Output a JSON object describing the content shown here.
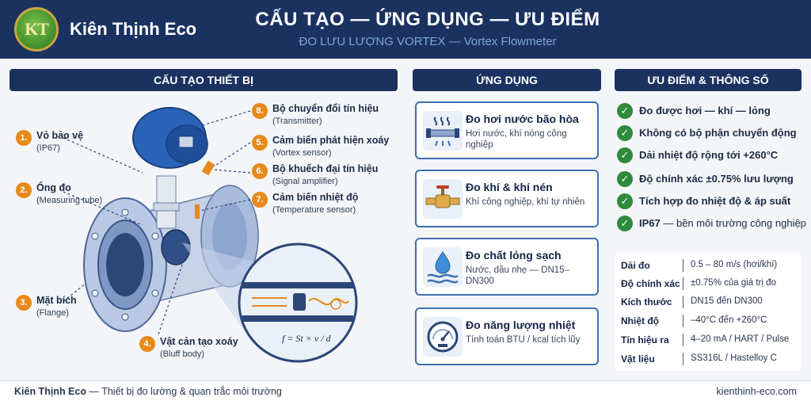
{
  "header": {
    "logo": "KT",
    "brand": "Kiên Thịnh Eco",
    "title": "CẤU TẠO — ỨNG DỤNG — ƯU ĐIỂM",
    "subtitle": "ĐO LƯU LƯỢNG VORTEX — Vortex Flowmeter"
  },
  "sections": {
    "structure": "CẤU TẠO THIẾT BỊ",
    "applications": "ỨNG DỤNG",
    "advantages": "ƯU ĐIỂM & THÔNG SỐ"
  },
  "callouts": [
    {
      "num": "1.",
      "title": "Vỏ bảo vệ",
      "sub": "(IP67)"
    },
    {
      "num": "2.",
      "title": "Ống đo",
      "sub": "(Measuring tube)"
    },
    {
      "num": "3.",
      "title": "Mặt bích",
      "sub": "(Flange)"
    },
    {
      "num": "4.",
      "title": "Vật cản tạo xoáy",
      "sub": "(Bluff body)"
    },
    {
      "num": "5.",
      "title": "Cảm biến phát hiện xoáy",
      "sub": "(Vortex sensor)"
    },
    {
      "num": "6.",
      "title": "Bộ khuếch đại tín hiệu",
      "sub": "(Signal amplifier)"
    },
    {
      "num": "7.",
      "title": "Cảm biến nhiệt độ",
      "sub": "(Temperature sensor)"
    },
    {
      "num": "8.",
      "title": "Bộ chuyển đổi tín hiệu",
      "sub": "(Transmitter)"
    }
  ],
  "formula": "f = St × v / d",
  "applications": [
    {
      "icon": "steam-pipe-icon",
      "title": "Đo hơi nước bão hòa",
      "desc": "Hơi nước, khí nóng công nghiệp"
    },
    {
      "icon": "gas-valve-icon",
      "title": "Đo khí & khí nén",
      "desc": "Khí công nghiệp, khí tự nhiên"
    },
    {
      "icon": "water-drop-icon",
      "title": "Đo chất lỏng sạch",
      "desc": "Nước, dầu nhẹ — DN15–DN300"
    },
    {
      "icon": "gauge-icon",
      "title": "Đo năng lượng nhiệt",
      "desc": "Tính toán BTU / kcal tích lũy"
    }
  ],
  "advantages": [
    {
      "strong": "Đo được hơi — khí — lỏng",
      "rest": ""
    },
    {
      "strong": "Không có bộ phận chuyển động",
      "rest": ""
    },
    {
      "strong": "Dải nhiệt độ rộng tới +260°C",
      "rest": ""
    },
    {
      "strong": "Độ chính xác ±0.75% lưu lượng",
      "rest": ""
    },
    {
      "strong": "Tích hợp đo nhiệt độ & áp suất",
      "rest": ""
    },
    {
      "strong": "IP67",
      "rest": " — bền môi trường công nghiệp"
    }
  ],
  "specs": [
    {
      "key": "Dải đo",
      "value": "0.5 – 80 m/s (hơi/khí)"
    },
    {
      "key": "Độ chính xác",
      "value": "±0.75% của giá trị đo"
    },
    {
      "key": "Kích thước",
      "value": "DN15 đến DN300"
    },
    {
      "key": "Nhiệt độ",
      "value": "–40°C đến +260°C"
    },
    {
      "key": "Tín hiệu ra",
      "value": "4–20 mA / HART / Pulse"
    },
    {
      "key": "Vật liệu",
      "value": "SS316L / Hastelloy C"
    }
  ],
  "footer": {
    "brand": "Kiên Thịnh Eco",
    "tagline": " — Thiết bị đo lường & quan trắc môi trường",
    "url": "kienthinh-eco.com"
  },
  "colors": {
    "navy": "#1b3260",
    "accent_orange": "#e58a1b",
    "check_green": "#2e8a3d",
    "card_border": "#3f6fb0",
    "housing_blue": "#2a63b8",
    "flange_blue": "#b9c9e4"
  }
}
